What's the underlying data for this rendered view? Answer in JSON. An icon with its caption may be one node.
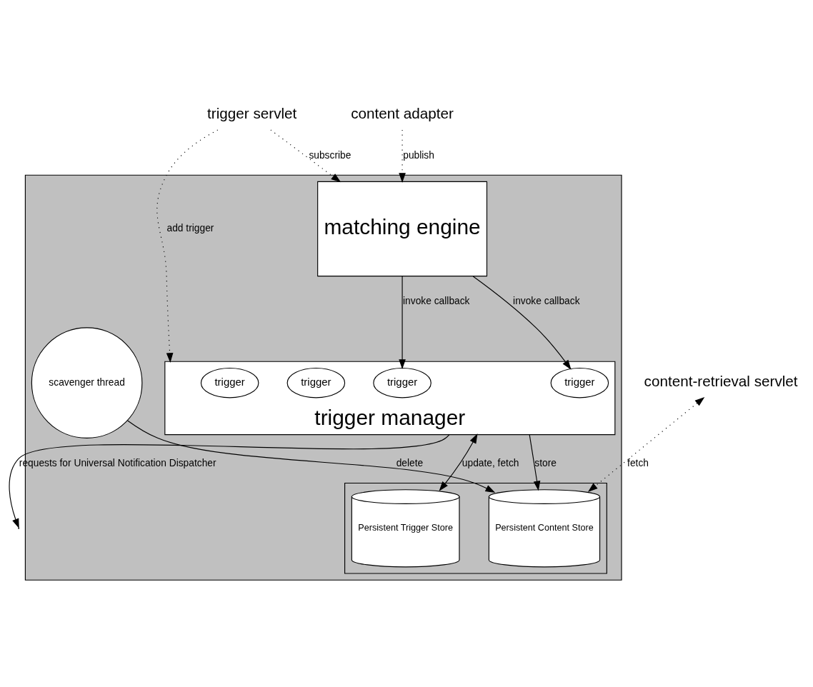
{
  "diagram": {
    "nodes": [
      {
        "text": [
          "trigger servlet"
        ]
      },
      {
        "text": [
          "content adapter"
        ]
      },
      {
        "text": [
          "content-retrieval servlet"
        ]
      },
      {
        "text": [],
        "shape": "box"
      },
      {
        "text": [
          "trigger manager"
        ],
        "in": 3
      },
      {
        "text": [
          "trigger"
        ],
        "in": 4
      },
      {
        "text": [
          "trigger"
        ],
        "in": 4
      },
      {
        "text": [
          "trigger"
        ],
        "in": 4
      },
      {
        "text": [
          "trigger"
        ],
        "in": 4
      },
      {
        "text": [
          "matching engine"
        ],
        "in": 3
      },
      {
        "text": [],
        "shape": "box",
        "in": 3
      },
      {
        "text": [
          "Persistent Trigger Store"
        ],
        "in": 10
      },
      {
        "text": [
          "Persistent Content Store"
        ],
        "in": 10
      },
      {
        "text": [
          "scavenger thread"
        ],
        "in": 3
      }
    ],
    "edges": [
      {
        "from": 0,
        "to": 4,
        "arrow": "to",
        "label": "add trigger",
        "style": "dashed"
      },
      {
        "from": 0,
        "to": 9,
        "arrow": "to",
        "label": "subscribe",
        "style": "dashed"
      },
      {
        "from": 1,
        "to": 9,
        "arrow": "to",
        "label": "publish",
        "style": "dashed"
      },
      {
        "from": 2,
        "to": 12,
        "arrow": "both",
        "label": "fetch",
        "style": "dashed"
      },
      {
        "from": 9,
        "to": 5,
        "arrow": "to",
        "label": "invoke callback"
      },
      {
        "from": 9,
        "to": 8,
        "arrow": "to",
        "label": "invoke callback"
      },
      {
        "from": 4,
        "to": null,
        "arrow": "to",
        "label": "requests for Universal Notification Dispatcher"
      },
      {
        "from": 4,
        "to": 11,
        "arrow": "both",
        "label": "update, fetch"
      },
      {
        "from": 4,
        "to": 12,
        "arrow": "to",
        "label": "store"
      },
      {
        "from": 13,
        "to": 12,
        "arrow": "to",
        "label": "delete"
      }
    ]
  }
}
